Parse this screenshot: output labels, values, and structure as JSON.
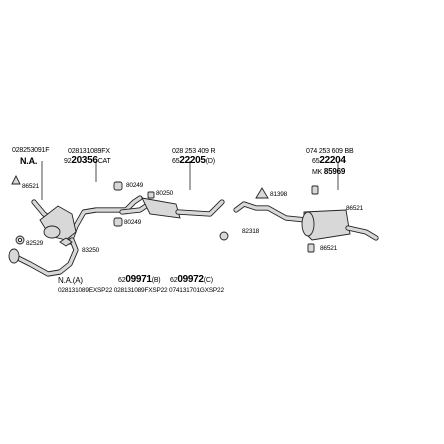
{
  "left_group": {
    "code1": "028253091F",
    "na": "N.A.",
    "code2": "028131089FX",
    "cat_prefix": "92",
    "cat_main": "20356",
    "cat_suffix": "CAT",
    "clamp_86521": "86521",
    "clamp_82529": "82529",
    "clamp_83250": "83250"
  },
  "middle_group": {
    "code1": "028 253 409 R",
    "mid_prefix": "65",
    "mid_main": "22205",
    "mid_suffix": "(D)",
    "r_80249a": "80249",
    "r_80250": "80250",
    "r_80249b": "80249",
    "r_82318": "82318"
  },
  "right_group": {
    "code1": "074 253 609 BB",
    "rear_prefix": "65",
    "rear_main": "22204",
    "mk_label": "MK",
    "mk_value": "85969",
    "r_81398": "81398",
    "r_86521a": "86521",
    "r_86521b": "86521"
  },
  "bottom_group": {
    "na_a": "N.A.(A)",
    "b_prefix": "62",
    "b_main": "09971",
    "b_suffix": "(B)",
    "c_prefix": "62",
    "c_main": "09972",
    "c_suffix": "(C)",
    "codes_line": "028131089EXSP22 028131089FXSP22 074131701GXSP22"
  }
}
